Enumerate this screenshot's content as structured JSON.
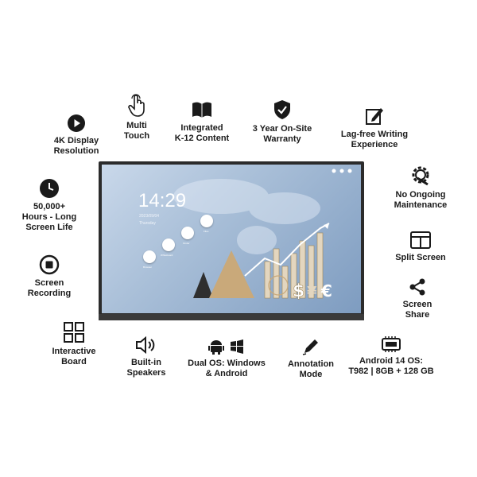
{
  "features": {
    "display_4k": "4K Display\nResolution",
    "multi_touch": "Multi\nTouch",
    "k12_content": "Integrated\nK-12 Content",
    "warranty": "3 Year On-Site\nWarranty",
    "writing": "Lag-free Writing\nExperience",
    "hours": "50,000+\nHours - Long\nScreen Life",
    "maintenance": "No Ongoing\nMaintenance",
    "recording": "Screen\nRecording",
    "split_screen": "Split Screen",
    "screen_share": "Screen\nShare",
    "interactive_board": "Interactive\nBoard",
    "speakers": "Built-in\nSpeakers",
    "dual_os": "Dual OS: Windows\n& Android",
    "annotation": "Annotation\nMode",
    "android_spec": "Android 14 OS:\nT982 | 8GB + 128 GB"
  },
  "screen": {
    "time": "14:29",
    "date": "2023/09/04",
    "weekday": "Thursday",
    "apps": [
      "Browser",
      "Whiteboard",
      "Finder",
      "Files"
    ]
  },
  "colors": {
    "icon": "#1a1a1a",
    "background": "#ffffff"
  }
}
